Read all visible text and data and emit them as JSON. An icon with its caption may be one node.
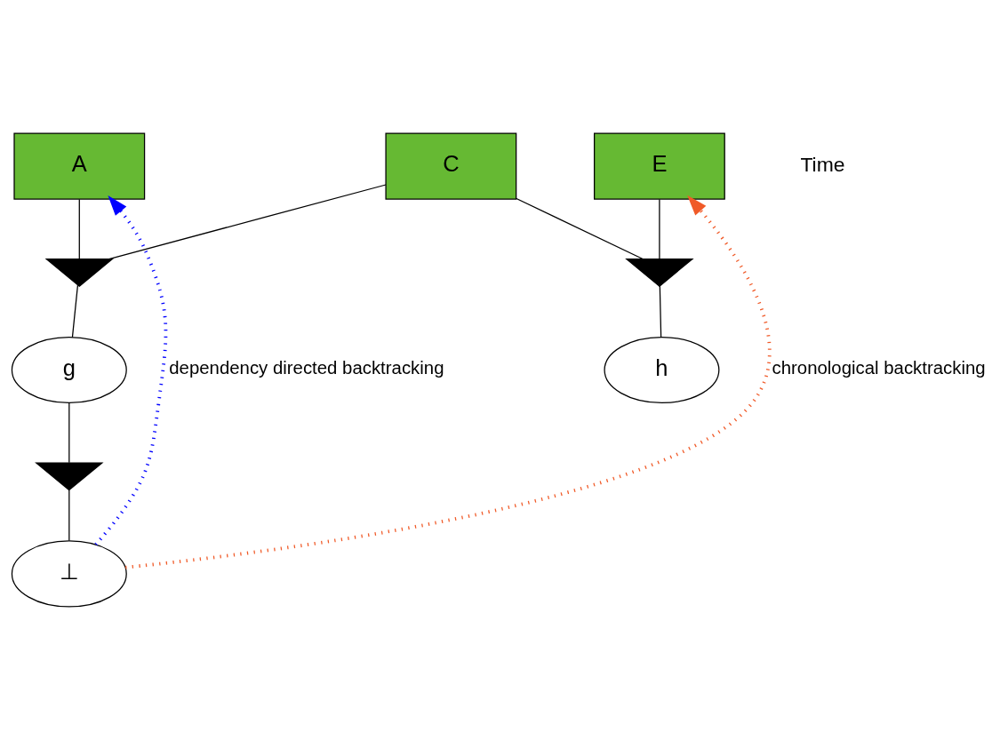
{
  "diagram": {
    "nodes": [
      {
        "text": [
          "A"
        ]
      },
      {
        "text": [
          "C"
        ]
      },
      {
        "text": [
          "E"
        ]
      },
      {
        "text": [],
        "shape": "triangle"
      },
      {
        "text": [],
        "shape": "triangle"
      },
      {
        "text": [
          "g"
        ]
      },
      {
        "text": [
          "h"
        ]
      },
      {
        "text": [],
        "shape": "triangle"
      },
      {
        "text": [
          "⊥"
        ]
      }
    ],
    "edges": [
      {
        "from": 0,
        "to": 3,
        "arrow": "none"
      },
      {
        "from": 1,
        "to": 3,
        "arrow": "none"
      },
      {
        "from": 1,
        "to": 4,
        "arrow": "none"
      },
      {
        "from": 2,
        "to": 4,
        "arrow": "none"
      },
      {
        "from": 3,
        "to": 5,
        "arrow": "none"
      },
      {
        "from": 4,
        "to": 6,
        "arrow": "none"
      },
      {
        "from": 5,
        "to": 7,
        "arrow": "none"
      },
      {
        "from": 7,
        "to": 8,
        "arrow": "none"
      },
      {
        "from": 8,
        "to": 0,
        "arrow": "to",
        "label": "dependency directed backtracking",
        "style": "dashed",
        "color": "#0000ff"
      },
      {
        "from": 8,
        "to": 2,
        "arrow": "to",
        "label": "chronological backtracking",
        "style": "dashed",
        "color": "#f05a28"
      }
    ],
    "labels": [
      "Time"
    ]
  }
}
